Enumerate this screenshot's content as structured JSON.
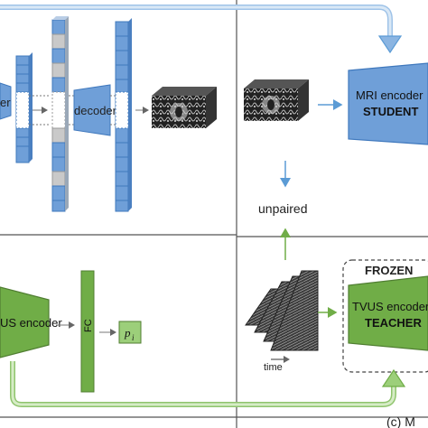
{
  "labels": {
    "encoder_partial": "er",
    "decoder": "decoder",
    "mri_encoder": "MRI encoder",
    "student": "STUDENT",
    "unpaired": "unpaired",
    "frozen": "FROZEN",
    "tvus_encoder": "TVUS encoder",
    "teacher": "TEACHER",
    "tvus_encoder_left": "US encoder",
    "fc": "FC",
    "p_i": "p",
    "p_sub": "i",
    "time": "time",
    "panel_c": "(c) M"
  },
  "colors": {
    "blue_fill": "#6f9fd8",
    "blue_stroke": "#3f78bd",
    "green_fill": "#70ad47",
    "green_stroke": "#507e32",
    "green_light": "#9ccf7a",
    "blue_light": "#a9c9ea",
    "grey_block": "#c9c9c9",
    "divider": "#555555"
  }
}
